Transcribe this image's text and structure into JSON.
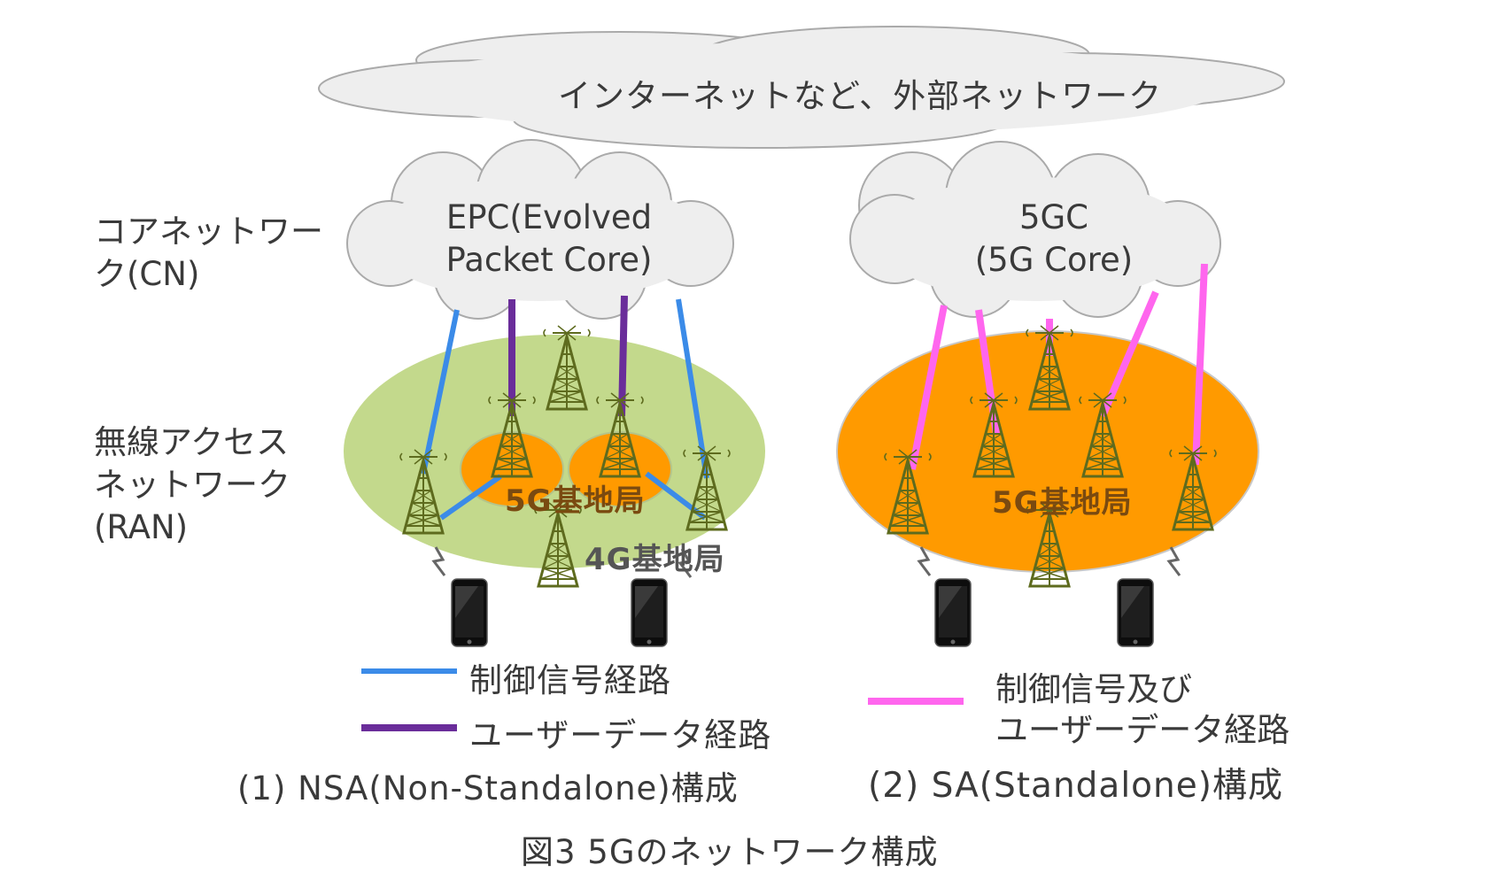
{
  "internet_cloud": {
    "label": "インターネットなど、外部ネットワーク"
  },
  "side_labels": {
    "core_line1": "コアネットワー",
    "core_line2": "ク(CN)",
    "ran_line1": "無線アクセス",
    "ran_line2": "ネットワーク",
    "ran_line3": "(RAN)"
  },
  "nsa": {
    "core_line1": "EPC(Evolved",
    "core_line2": "Packet Core)",
    "bs5g_label": "5G基地局",
    "bs4g_label": "4G基地局",
    "caption": "(1)  NSA(Non-Standalone)構成"
  },
  "sa": {
    "core_line1": "5GC",
    "core_line2": "(5G Core)",
    "bs5g_label": "5G基地局",
    "caption": "(2)  SA(Standalone)構成"
  },
  "legend": {
    "control": "制御信号経路",
    "user_data": "ユーザーデータ経路",
    "combined_line1": "制御信号及び",
    "combined_line2": "ユーザーデータ経路"
  },
  "figure_caption": "図3  5Gのネットワーク構成",
  "colors": {
    "control": "#3b8be8",
    "user_data": "#6a2d9a",
    "combined": "#ff66ee",
    "ran_4g": "#c3d98c",
    "ran_5g": "#ff9a00",
    "cloud": "#eeeeee",
    "cloud_edge": "#aaaaaa",
    "tower": "#5e6b1e"
  }
}
